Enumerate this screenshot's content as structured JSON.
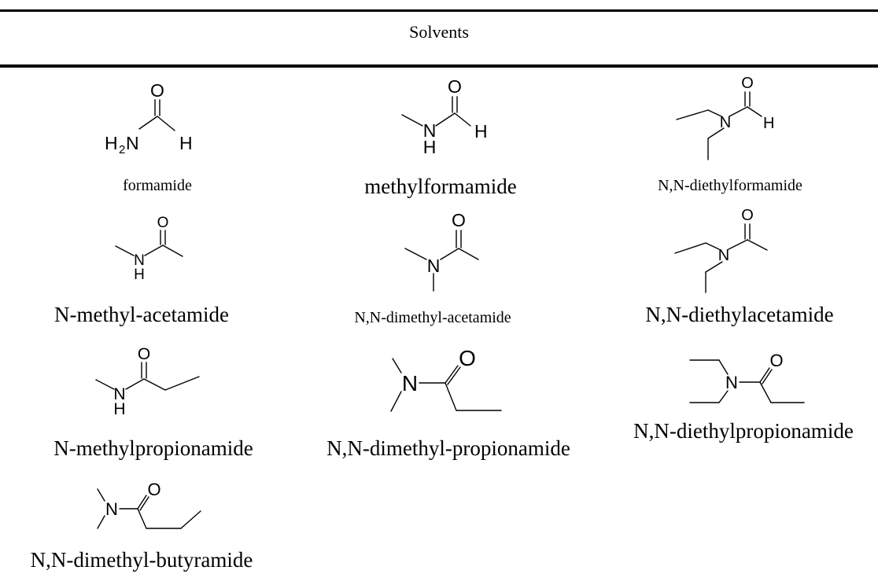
{
  "table": {
    "header": "Solvents"
  },
  "atoms": {
    "O": "O",
    "N": "N",
    "H": "H",
    "H2N_H": "H",
    "H2N_sub": "2",
    "H2N_N": "N"
  },
  "compounds": [
    {
      "name": "formamide"
    },
    {
      "name": "methylformamide"
    },
    {
      "name": "N,N-diethylformamide"
    },
    {
      "name": "N-methyl-acetamide"
    },
    {
      "name": "N,N-dimethyl-acetamide"
    },
    {
      "name": "N,N-diethylacetamide"
    },
    {
      "name": "N-methylpropionamide"
    },
    {
      "name": "N,N-dimethyl-propionamide"
    },
    {
      "name": "N,N-diethylpropionamide"
    },
    {
      "name": "N,N-dimethyl-butyramide"
    }
  ]
}
